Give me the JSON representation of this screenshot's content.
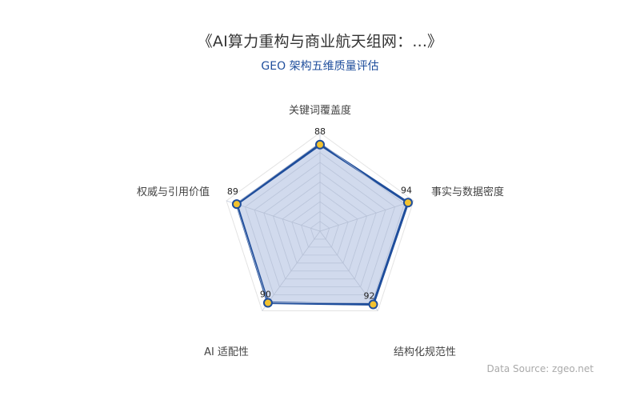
{
  "header": {
    "title": "《AI算力重构与商业航天组网：...》",
    "subtitle": "GEO 架构五维质量评估"
  },
  "footer": {
    "source": "Data Source: zgeo.net"
  },
  "colors": {
    "line": "#1f4e9c",
    "fill": "#c9d4ea",
    "marker_fill": "#f2c230",
    "marker_stroke": "#1f4e9c",
    "grid": "#cfd6e2",
    "subtitle": "#1f4e9c"
  },
  "chart_data": {
    "type": "radar",
    "title": "《AI算力重构与商业航天组网：...》",
    "subtitle": "GEO 架构五维质量评估",
    "indicators": [
      "关键词覆盖度",
      "事实与数据密度",
      "结构化规范性",
      "AI 适配性",
      "权威与引用价值"
    ],
    "series": [
      {
        "name": "GEO 架构五维质量评估",
        "values": [
          88,
          94,
          92,
          90,
          89
        ]
      }
    ],
    "max": 100,
    "split_number": 10,
    "grid": true,
    "legend": "none",
    "data_labels": true,
    "source": "Data Source: zgeo.net"
  }
}
